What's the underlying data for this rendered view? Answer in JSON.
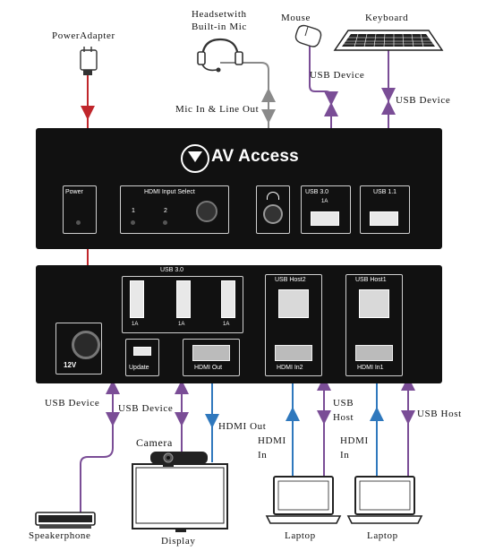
{
  "labels": {
    "power_adapter": "PowerAdapter",
    "headset_line1": "Headsetwith",
    "headset_line2": "Built-in Mic",
    "mouse": "Mouse",
    "keyboard": "Keyboard",
    "usb_device_mouse": "USB Device",
    "usb_device_keyboard": "USB Device",
    "mic_line_out": "Mic In & Line Out",
    "usb_device_speaker": "USB Device",
    "usb_device_camera": "USB Device",
    "camera": "Camera",
    "hdmi_out": "HDMI Out",
    "hdmi_in_line1": "HDMI",
    "hdmi_in_line2": "In",
    "usb_host_left_line1": "USB",
    "usb_host_left_line2": "Host",
    "hdmi_in2_line1": "HDMI",
    "hdmi_in2_line2": "In",
    "usb_host_right": "USB Host",
    "speakerphone": "Speakerphone",
    "display": "Display",
    "laptop1": "Laptop",
    "laptop2": "Laptop"
  },
  "front_panel": {
    "brand": "AV Access",
    "power": "Power",
    "hdmi_input_select": "HDMI Input Select",
    "input_1": "1",
    "input_2": "2",
    "usb30": "USB 3.0",
    "usb30_current": "1A",
    "usb11": "USB 1.1"
  },
  "rear_panel": {
    "usb30": "USB 3.0",
    "port_current_1": "1A",
    "port_current_2": "1A",
    "port_current_3": "1A",
    "usb_host2": "USB Host2",
    "usb_host1": "USB Host1",
    "dc_in": "12V",
    "update": "Update",
    "hdmi_out": "HDMI Out",
    "hdmi_in2": "HDMI In2",
    "hdmi_in1": "HDMI In1"
  },
  "colors": {
    "power_cable": "#c0262b",
    "usb_cable": "#7a4d96",
    "hdmi_cable": "#2f78bd",
    "audio_cable": "#8a8a8a",
    "panel": "#111111"
  }
}
